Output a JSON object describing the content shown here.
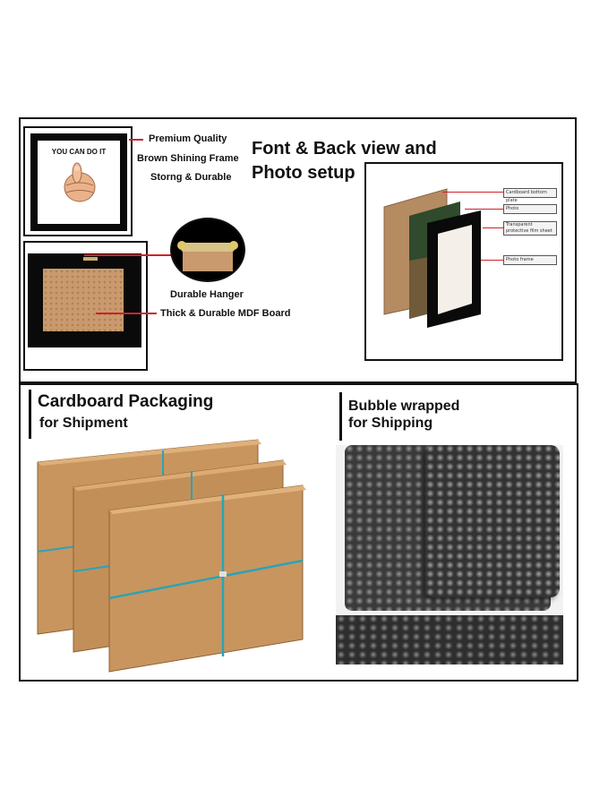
{
  "top_section": {
    "frame_front": {
      "sign_text": "YOU CAN DO IT",
      "callouts": [
        "Premium Quality",
        "Brown Shining Frame",
        "Storng & Durable"
      ]
    },
    "frame_back": {
      "callouts": [
        "Durable Hanger",
        "Thick & Durable MDF Board"
      ]
    },
    "heading_line1": "Font & Back view and",
    "heading_line2": "Photo setup",
    "diagram_labels": [
      "Cardboard bottom plate",
      "Photo",
      "Transparent protective film sheet",
      "Photo frame"
    ]
  },
  "bottom_section": {
    "cardboard": {
      "title": "Cardboard Packaging",
      "subtitle": "for Shipment"
    },
    "bubble": {
      "title": "Bubble wrapped",
      "subtitle": "for Shipping"
    }
  },
  "colors": {
    "accent_red": "#d0202a",
    "frame_black": "#0a0a0a",
    "mdf_brown": "#c89a6e",
    "cardboard_brown": "#c8955e",
    "tape_blue": "#2aa3b8",
    "bubble_dark": "#3a3a3a"
  }
}
